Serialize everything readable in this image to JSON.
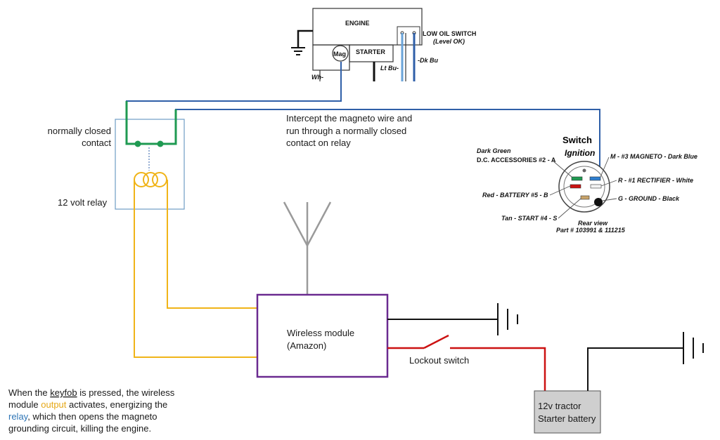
{
  "engine_section": {
    "engine_label": "ENGINE",
    "mag_label": "Mag",
    "starter_label": "STARTER",
    "low_oil_label": "LOW OIL SWITCH",
    "level_ok_label": "(Level OK)",
    "wh_label": "Wh-",
    "lt_bu_label": "Lt Bu-",
    "dk_bu_label": "-Dk Bu"
  },
  "relay_section": {
    "contact_label_1": "normally closed",
    "contact_label_2": "contact",
    "relay_label": "12 volt relay"
  },
  "intercept_note": {
    "line1": "Intercept the magneto wire and",
    "line2": "run through a normally closed",
    "line3": "contact on relay"
  },
  "ignition_switch": {
    "title": "Switch",
    "subtitle": "Ignition",
    "dark_green": "Dark Green",
    "accessories": "D.C. ACCESSORIES #2 - A",
    "battery": "Red - BATTERY #5 - B",
    "start": "Tan - START #4 - S",
    "magneto": "M - #3 MAGNETO - Dark Blue",
    "rectifier": "R - #1 RECTIFIER - White",
    "ground": "G - GROUND - Black",
    "rear_view": "Rear view",
    "part_number": "Part # 103991 & 111215"
  },
  "wireless_module": {
    "line1": "Wireless module",
    "line2": "(Amazon)"
  },
  "lockout_switch": "Lockout switch",
  "battery": {
    "line1": "12v tractor",
    "line2": "Starter battery"
  },
  "explanation": {
    "p1": "When the ",
    "keyfob": "keyfob",
    "p2": " is pressed, the wireless",
    "p3": "module ",
    "output": "output",
    "p4": " activates, energizing the",
    "relay": "relay",
    "p5": ", which then opens the magneto",
    "p6": "grounding circuit, killing the engine."
  },
  "colors": {
    "magneto_wire": "#2f5fa8",
    "relay_contact": "#1f9a52",
    "relay_coil": "#f0b418",
    "module_border": "#6a2a90",
    "power_wire": "#cc1111",
    "ground_wire": "#111111",
    "antenna": "#9a9a9a",
    "relay_box": "#6f9cc4"
  }
}
